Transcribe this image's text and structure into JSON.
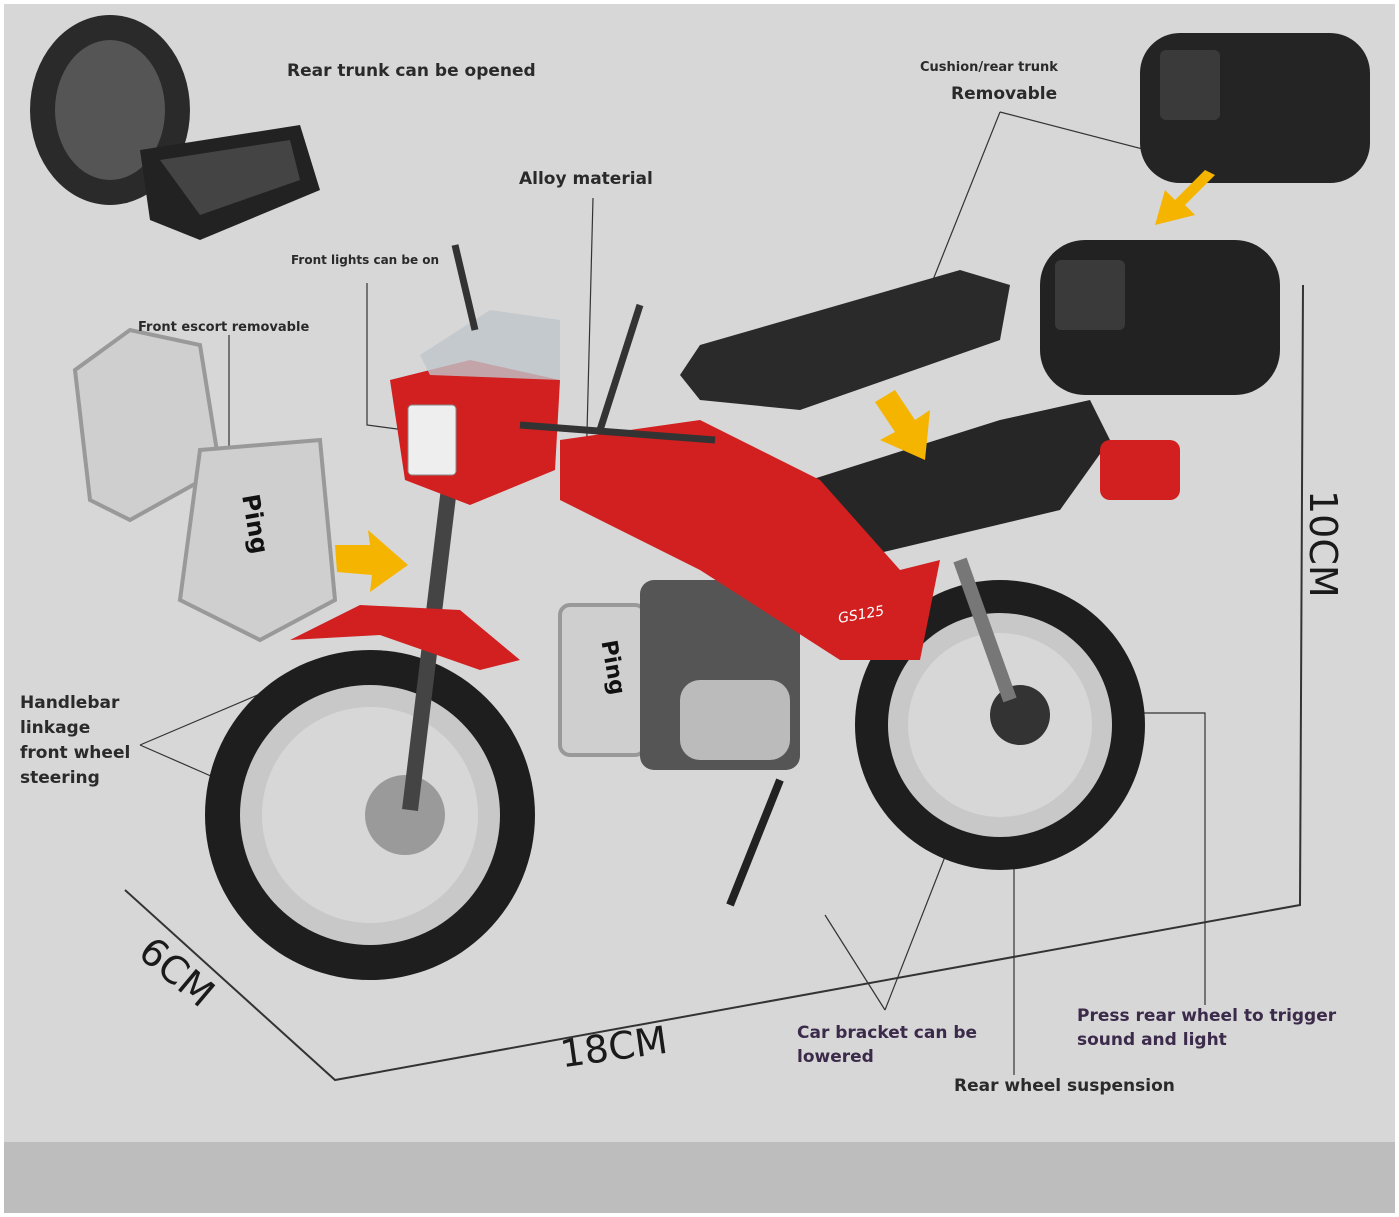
{
  "labels": {
    "rear_trunk_opened": "Rear trunk can be opened",
    "cushion_rear_trunk": "Cushion/rear trunk",
    "removable": "Removable",
    "alloy_material": "Alloy material",
    "front_lights": "Front lights can be on",
    "front_escort": "Front escort removable",
    "handlebar": [
      "Handlebar",
      "linkage",
      "front wheel",
      "steering"
    ],
    "car_bracket": [
      "Car bracket can be",
      "lowered"
    ],
    "press_rear_wheel": [
      "Press rear wheel to trigger",
      "sound and light"
    ],
    "rear_suspension": "Rear wheel suspension"
  },
  "dimensions": {
    "height": "10CM",
    "depth": "6CM",
    "length": "18CM"
  },
  "decals": {
    "guard_text": "Ping",
    "model_badge": "GS125"
  },
  "colors": {
    "body_red": "#d21f1f",
    "arrow_yellow": "#f5b400",
    "background": "#d7d7d7"
  }
}
